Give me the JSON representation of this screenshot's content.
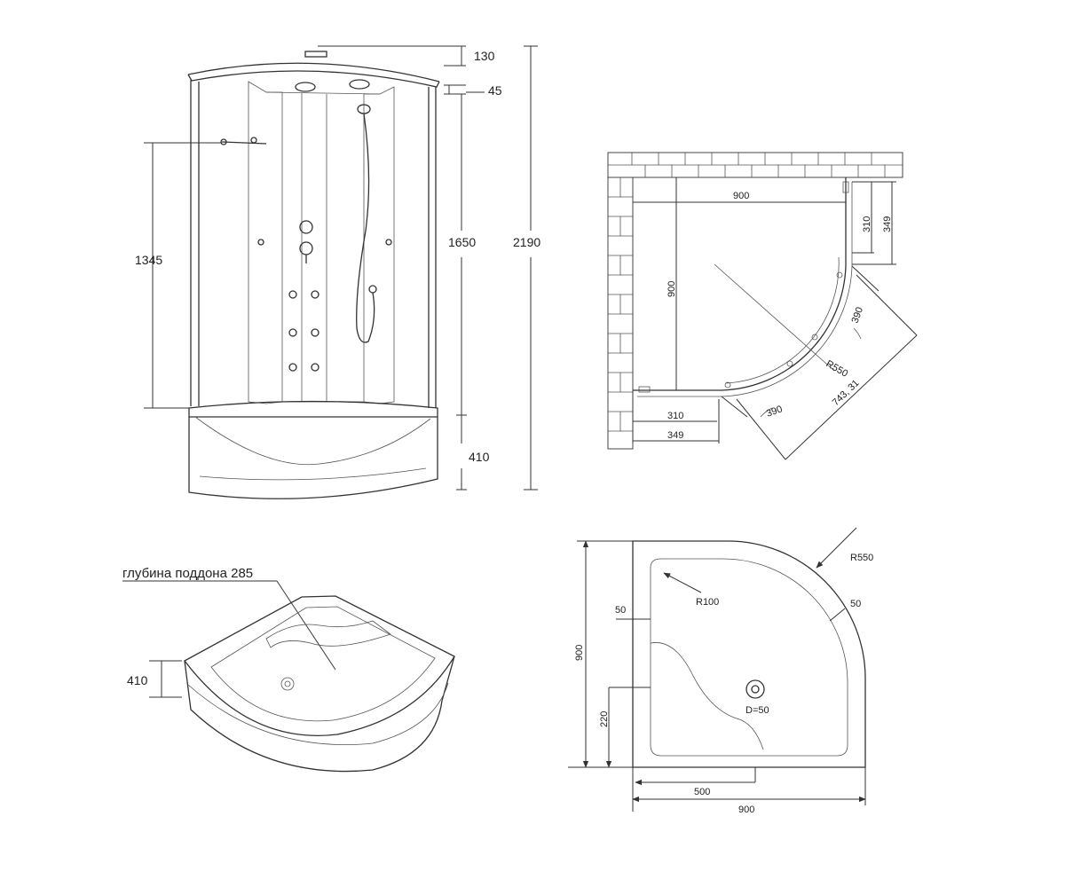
{
  "front_view": {
    "dim_top": "130",
    "dim_roof": "45",
    "dim_panel": "1345",
    "dim_inner": "1650",
    "dim_total": "2190",
    "dim_base": "410"
  },
  "plan_view": {
    "width_top": "900",
    "height_left": "900",
    "dim_310_right": "310",
    "dim_349_right": "349",
    "dim_390_right": "390",
    "radius": "R550",
    "diagonal": "743, 31",
    "dim_310_bottom": "310",
    "dim_349_bottom": "349",
    "dim_390_bottom": "390"
  },
  "tray_view": {
    "caption": "глубина поддона 285",
    "dim_height": "410"
  },
  "tray_plan": {
    "radius_outer": "R550",
    "radius_inner": "R100",
    "rim_left": "50",
    "rim_right": "50",
    "height": "900",
    "step": "220",
    "drain": "D=50",
    "offset": "500",
    "width": "900"
  }
}
